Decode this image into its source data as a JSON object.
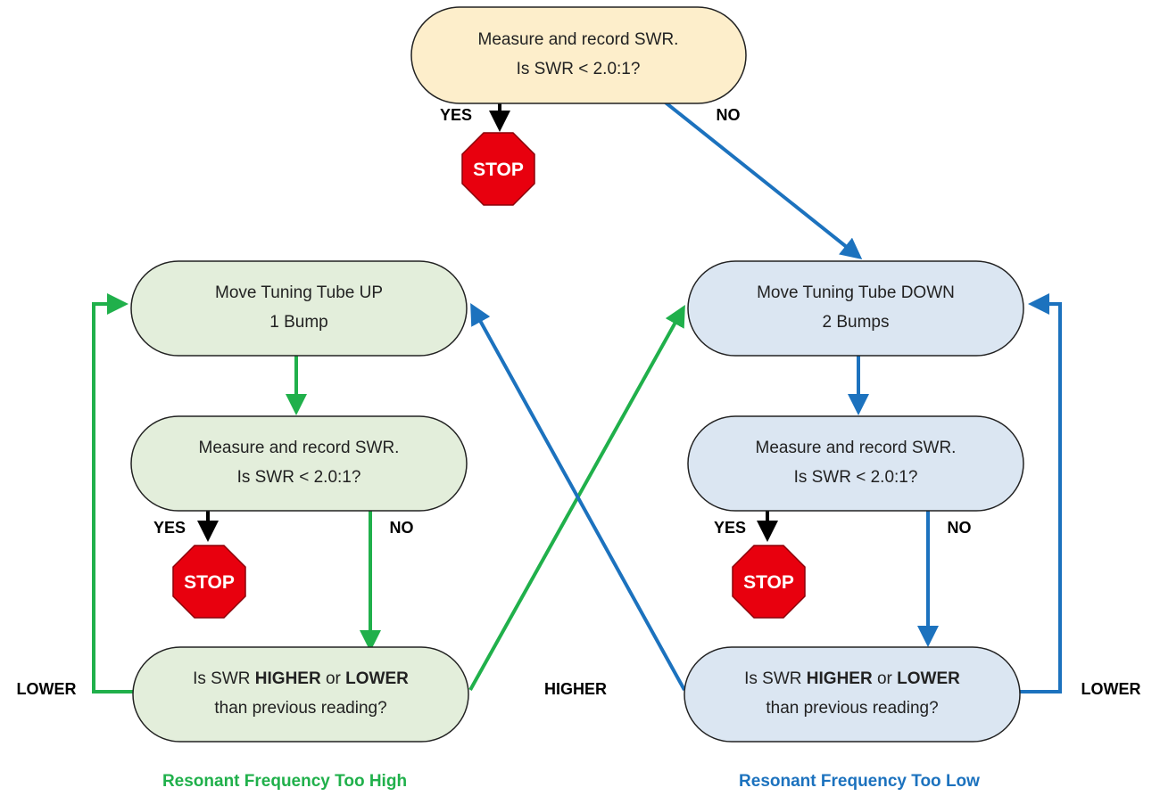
{
  "colors": {
    "start_fill": "#fdeecb",
    "green_fill": "#e3eedb",
    "blue_fill": "#dbe6f2",
    "green_line": "#20b04b",
    "blue_line": "#1c72be",
    "black_line": "#000000",
    "stop_fill": "#e8000e",
    "box_stroke": "#222222"
  },
  "nodes": {
    "start": {
      "line1": "Measure and record SWR.",
      "line2": "Is SWR < 2.0:1?"
    },
    "up": {
      "line1": "Move Tuning Tube UP",
      "line2": "1 Bump"
    },
    "measure_left": {
      "line1": "Measure and record SWR.",
      "line2": "Is SWR < 2.0:1?"
    },
    "compare_left": {
      "line1_a": "Is SWR ",
      "line1_b": "HIGHER",
      "line1_c": " or ",
      "line1_d": "LOWER",
      "line2": "than previous reading?"
    },
    "down": {
      "line1": "Move Tuning Tube DOWN",
      "line2": "2 Bumps"
    },
    "measure_right": {
      "line1": "Measure and record SWR.",
      "line2": "Is SWR < 2.0:1?"
    },
    "compare_right": {
      "line1_a": "Is SWR ",
      "line1_b": "HIGHER",
      "line1_c": " or ",
      "line1_d": "LOWER",
      "line2": "than previous reading?"
    }
  },
  "labels": {
    "yes_top": "YES",
    "no_top": "NO",
    "yes_left": "YES",
    "no_left": "NO",
    "yes_right": "YES",
    "no_right": "NO",
    "lower_left": "LOWER",
    "lower_right": "LOWER",
    "higher": "HIGHER"
  },
  "stop_label": "STOP",
  "captions": {
    "left": "Resonant Frequency Too High",
    "right": "Resonant Frequency Too Low"
  }
}
